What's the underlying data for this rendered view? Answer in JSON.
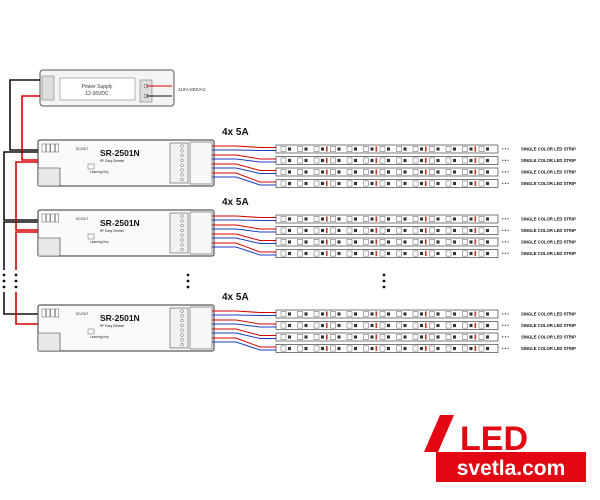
{
  "power_supply": {
    "label_line1": "Power Supply",
    "label_line2": "12-36VDC",
    "ac_label": "110V-230VAC"
  },
  "controllers": [
    {
      "model": "SR-2501N",
      "subtitle": "RF Easy Dimmer",
      "current_label": "4x 5A"
    },
    {
      "model": "SR-2501N",
      "subtitle": "RF Easy Dimmer",
      "current_label": "4x 5A"
    },
    {
      "model": "SR-2501N",
      "subtitle": "RF Easy Dimmer",
      "current_label": "4x 5A"
    }
  ],
  "strip_label": "SINGLE COLOR LED STRIP",
  "controller_tiny": {
    "dc_in": "DC/OUT",
    "learn": "Learning Key"
  },
  "ellipsis": "• • •",
  "logo": {
    "main": "LED",
    "sub": "svetla.com",
    "color": "#e30613"
  },
  "colors": {
    "wire_red": "#d90000",
    "wire_blue": "#1f3cc7",
    "wire_black": "#111111",
    "strip_green": "#2d8a3a"
  }
}
